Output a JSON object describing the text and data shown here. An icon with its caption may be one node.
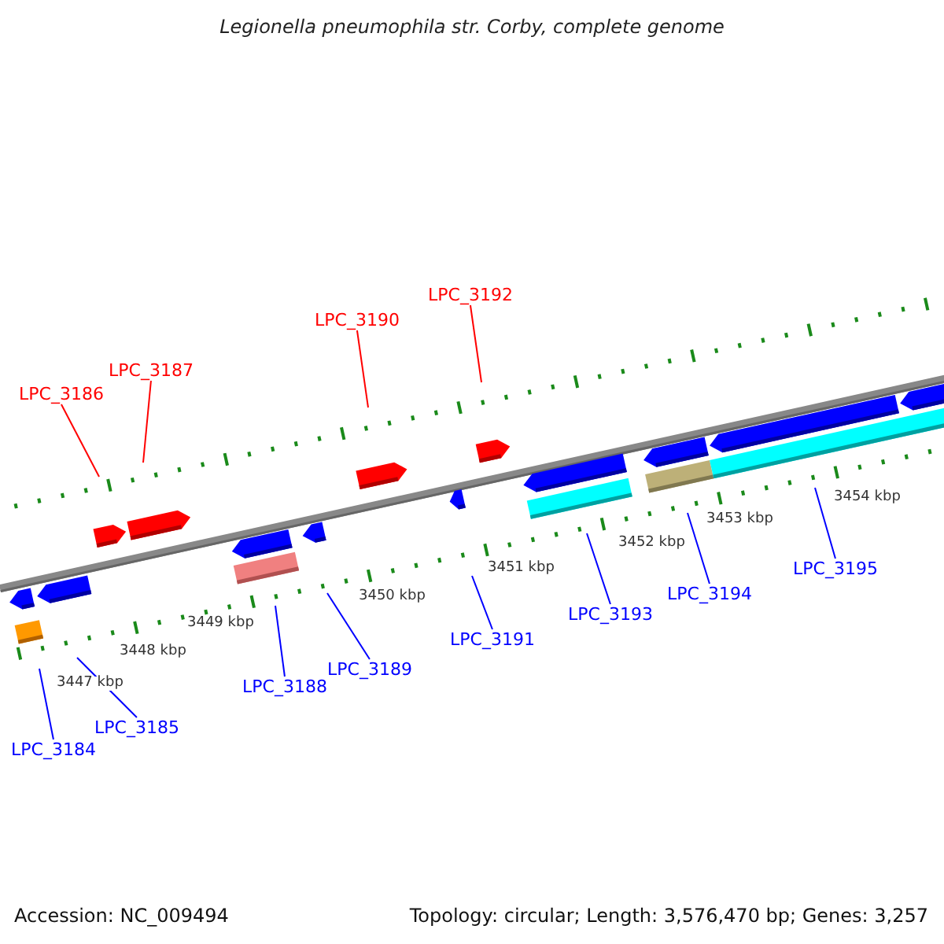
{
  "diagram": {
    "title": "Legionella pneumophila str. Corby, complete genome",
    "nodes": [
      {
        "text": [
          "LPC_3192"
        ]
      },
      {
        "text": [
          "LPC_3190"
        ]
      },
      {
        "text": [
          "LPC_3187"
        ]
      },
      {
        "text": [
          "LPC_3186"
        ]
      },
      {
        "text": [
          "LPC_3195"
        ]
      },
      {
        "text": [
          "LPC_3194"
        ]
      },
      {
        "text": [
          "LPC_3193"
        ]
      },
      {
        "text": [
          "LPC_3191"
        ]
      },
      {
        "text": [
          "LPC_3189"
        ]
      },
      {
        "text": [
          "LPC_3188"
        ]
      },
      {
        "text": [
          "LPC_3185"
        ]
      },
      {
        "text": [
          "LPC_3184"
        ]
      }
    ],
    "edges": [
      {
        "from": 0,
        "to": null,
        "arrow": "none",
        "color": "#ff0000"
      },
      {
        "from": 1,
        "to": null,
        "arrow": "none",
        "color": "#ff0000"
      },
      {
        "from": 2,
        "to": null,
        "arrow": "none",
        "color": "#ff0000"
      },
      {
        "from": 3,
        "to": null,
        "arrow": "none",
        "color": "#ff0000"
      },
      {
        "from": 4,
        "to": null,
        "arrow": "none"
      },
      {
        "from": 5,
        "to": null,
        "arrow": "none"
      },
      {
        "from": 6,
        "to": null,
        "arrow": "none"
      },
      {
        "from": 7,
        "to": null,
        "arrow": "none"
      },
      {
        "from": 8,
        "to": null,
        "arrow": "none"
      },
      {
        "from": 9,
        "to": null,
        "arrow": "none"
      },
      {
        "from": 10,
        "to": null,
        "arrow": "none"
      },
      {
        "from": 11,
        "to": null,
        "arrow": "none"
      }
    ],
    "labels": [
      "3447 kbp",
      "3448 kbp",
      "3449 kbp",
      "3450 kbp",
      "3451 kbp",
      "3452 kbp",
      "3453 kbp",
      "3454 kbp",
      "Accession: NC_009494",
      "Topology: circular; Length: 3,576,470 bp; Genes: 3,257"
    ]
  }
}
